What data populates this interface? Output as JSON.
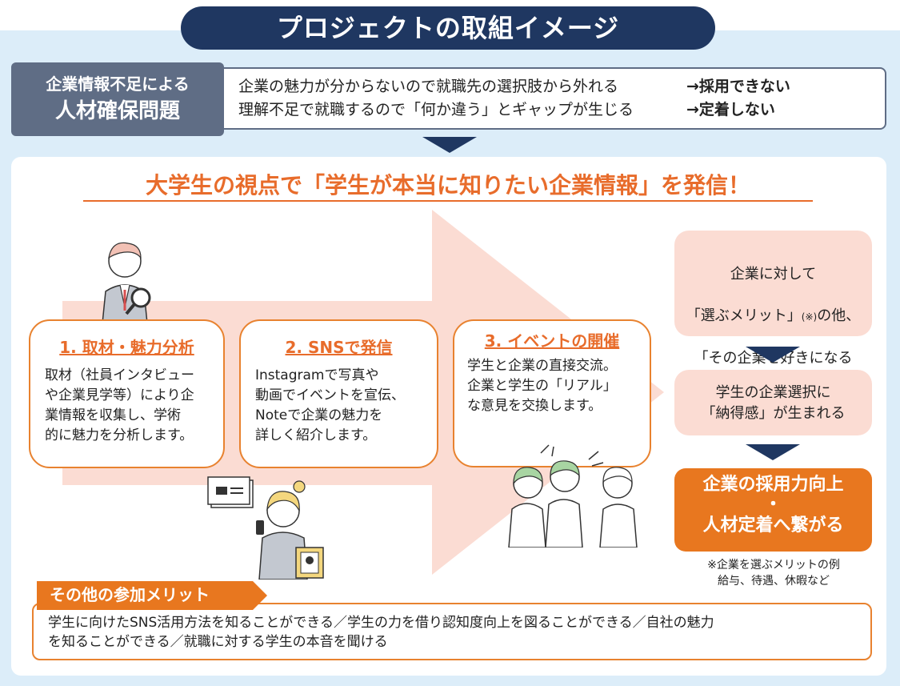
{
  "title": "プロジェクトの取組イメージ",
  "problem": {
    "label_line1": "企業情報不足による",
    "label_line2": "人材確保問題",
    "rows": [
      {
        "text": "企業の魅力が分からないので就職先の選択肢から外れる",
        "result": "→採用できない"
      },
      {
        "text": "理解不足で就職するので「何か違う」とギャップが生じる",
        "result": "→定着しない"
      }
    ]
  },
  "headline": "大学生の視点で「学生が本当に知りたい企業情報」を発信！",
  "steps": [
    {
      "title": "1. 取材・魅力分析",
      "text": "取材（社員インタビュー\nや企業見学等）により企\n業情報を収集し、学術\n的に魅力を分析します。"
    },
    {
      "title": "2. SNSで発信",
      "text": "Instagramで写真や\n動画でイベントを宣伝、\nNoteで企業の魅力を\n詳しく紹介します。"
    },
    {
      "title": "3. イベントの開催",
      "text": "学生と企業の直接交流。\n企業と学生の「リアル」\nな意見を交換します。"
    }
  ],
  "results": {
    "box1_line1": "企業に対して",
    "box1_line2a": "「選ぶメリット」",
    "box1_note": "(※)",
    "box1_line2b": "の他、",
    "box1_line3": "「その企業を好きになる\n理由」が明確になる",
    "box2": "学生の企業選択に\n「納得感」が生まれる",
    "outcome_line1": "企業の採用力向上",
    "outcome_dot": "・",
    "outcome_line2": "人材定着へ繋がる",
    "footnote_line1": "※企業を選ぶメリットの例",
    "footnote_line2": "給与、待遇、休暇など"
  },
  "other": {
    "label": "その他の参加メリット",
    "text_line1": "学生に向けたSNS活用方法を知ることができる／学生の力を借り認知度向上を図ることができる／自社の魅力",
    "text_line2": "を知ることができる／就職に対する学生の本音を聞ける"
  },
  "colors": {
    "navy": "#1f3761",
    "orange": "#e86c2b",
    "pink": "#fbdcd3",
    "gray": "#5f6d85",
    "sky": "#dcedf9"
  },
  "icons": [
    "magnifier-student-illustration",
    "smartphone-student-illustration",
    "discussion-group-illustration"
  ]
}
